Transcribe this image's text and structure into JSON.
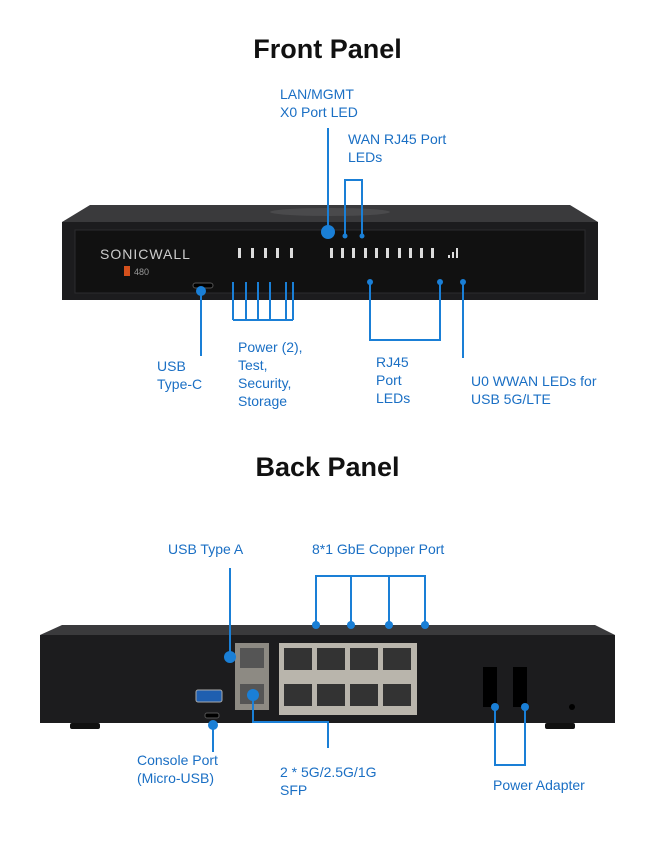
{
  "front": {
    "title": "Front Panel",
    "brand": "SONICWALL",
    "model": "480",
    "labels": {
      "lan_mgmt": "LAN/MGMT\nX0 Port LED",
      "wan": "WAN RJ45 Port\nLEDs",
      "usb_c": "USB\nType-C",
      "power": "Power (2),\nTest,\nSecurity,\nStorage",
      "rj45": "RJ45\nPort\nLEDs",
      "wwan": "U0 WWAN LEDs for\nUSB 5G/LTE"
    }
  },
  "back": {
    "title": "Back Panel",
    "labels": {
      "usb_a": "USB Type A",
      "copper": "8*1 GbE Copper Port",
      "console": "Console Port\n(Micro-USB)",
      "sfp": "2 * 5G/2.5G/1G\nSFP",
      "power": "Power Adapter"
    }
  },
  "colors": {
    "callout": "#1a7fd6",
    "device": "#1c1c1e",
    "port_block": "#b9b5ac"
  }
}
